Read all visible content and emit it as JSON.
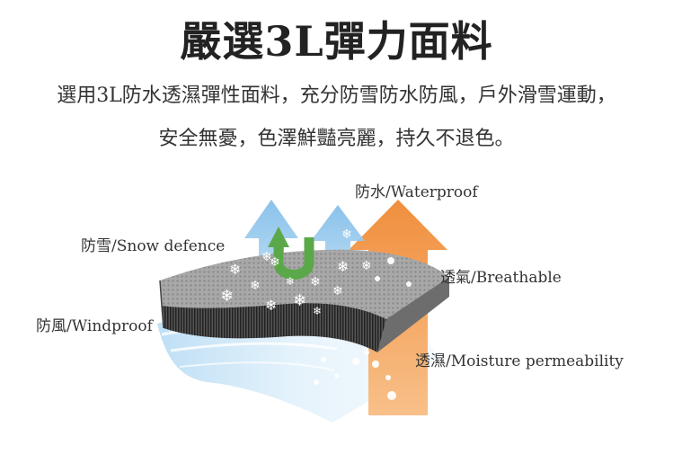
{
  "title": "嚴選3L彈力面料",
  "description": {
    "line1": "選用3L防水透濕彈性面料，充分防雪防水防風，戶外滑雪運動，",
    "line2": "安全無憂，色澤鮮豔亮麗，持久不退色。"
  },
  "features": {
    "waterproof": "防水/Waterproof",
    "snow": "防雪/Snow defence",
    "breathable": "透氣/Breathable",
    "windproof": "防風/Windproof",
    "moisture": "透濕/Moisture permeability"
  },
  "colors": {
    "arrow_blue": "#8cc4ea",
    "arrow_orange": "#f3a05a",
    "arrow_green": "#5aa84a",
    "fabric_gray": "#9a9a9a",
    "base_blue": "#cfe6f7"
  },
  "icons": [
    "snowflake-icon",
    "water-drop-icon",
    "arrow-up-icon",
    "u-turn-arrow-icon"
  ]
}
